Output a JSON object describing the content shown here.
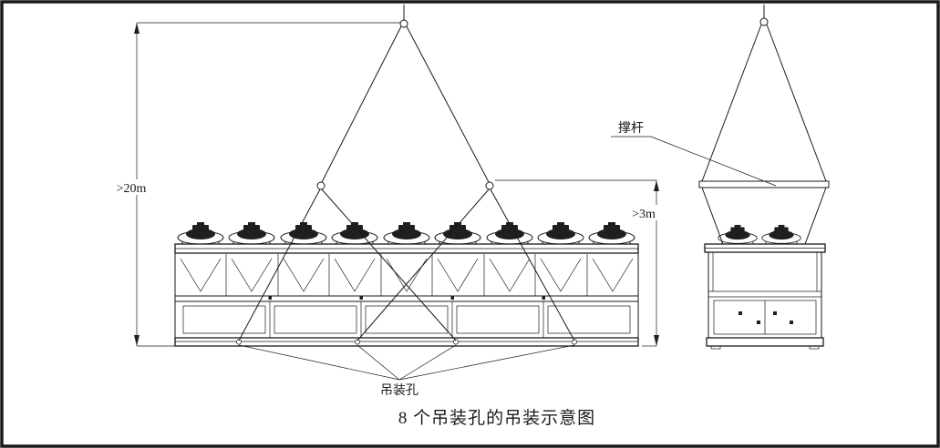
{
  "diagram": {
    "title": "8 个吊装孔的吊装示意图",
    "dimensions": {
      "overall_height": ">20m",
      "sling_height": ">3m"
    },
    "labels": {
      "spreader_bar": "撑杆",
      "lifting_holes": "吊装孔"
    },
    "colors": {
      "line": "#1a1a1a",
      "background": "#ffffff"
    }
  }
}
